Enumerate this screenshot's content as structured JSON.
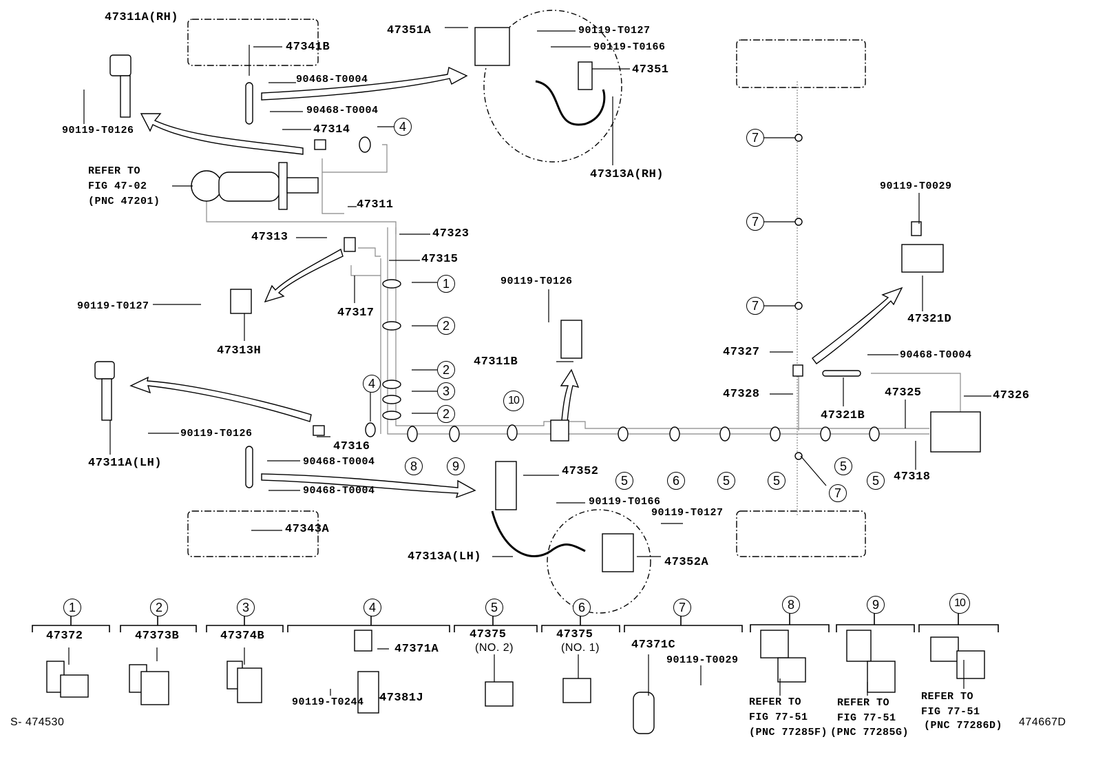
{
  "callouts": {
    "p47311A_RH": "47311A(RH)",
    "p47341B": "47341B",
    "p90468_a": "90468-T0004",
    "p90468_b": "90468-T0004",
    "p47314": "47314",
    "p90119_T0126_a": "90119-T0126",
    "refer_master": [
      "REFER TO",
      "FIG 47-02",
      "(PNC 47201)"
    ],
    "p47311": "47311",
    "p47323": "47323",
    "p47313": "47313",
    "p47315": "47315",
    "p90119_T0127_a": "90119-T0127",
    "p47317": "47317",
    "p47313H": "47313H",
    "p47351A": "47351A",
    "p90119_T0127_b": "90119-T0127",
    "p90119_T0166_a": "90119-T0166",
    "p47351": "47351",
    "p47313A_RH": "47313A(RH)",
    "p90119_T0126_b": "90119-T0126",
    "p47311B": "47311B",
    "p90119_T0029_a": "90119-T0029",
    "p47321D": "47321D",
    "p90468_c": "90468-T0004",
    "p47327": "47327",
    "p47328": "47328",
    "p47321B": "47321B",
    "p47325": "47325",
    "p47326": "47326",
    "p47318": "47318",
    "p90119_T0126_c": "90119-T0126",
    "p47316": "47316",
    "p47311A_LH": "47311A(LH)",
    "p90468_d": "90468-T0004",
    "p90468_e": "90468-T0004",
    "p47352": "47352",
    "p90119_T0166_b": "90119-T0166",
    "p90119_T0127_c": "90119-T0127",
    "p47343A": "47343A",
    "p47313A_LH": "47313A(LH)",
    "p47352A": "47352A"
  },
  "clamp_refs": [
    "4",
    "7",
    "7",
    "7",
    "1",
    "2",
    "2",
    "3",
    "2",
    "4",
    "10",
    "8",
    "9",
    "5",
    "6",
    "5",
    "5",
    "5",
    "7",
    "5"
  ],
  "groups": [
    {
      "num": "1",
      "parts": [
        "47372"
      ]
    },
    {
      "num": "2",
      "parts": [
        "47373B"
      ]
    },
    {
      "num": "3",
      "parts": [
        "47374B"
      ]
    },
    {
      "num": "4",
      "parts": [
        "47371A",
        "47381J",
        "90119-T0244"
      ]
    },
    {
      "num": "5",
      "parts": [
        "47375"
      ],
      "note": "(NO. 2)"
    },
    {
      "num": "6",
      "parts": [
        "47375"
      ],
      "note": "(NO. 1)"
    },
    {
      "num": "7",
      "parts": [
        "47371C",
        "90119-T0029"
      ]
    },
    {
      "num": "8",
      "refer": [
        "REFER TO",
        "FIG 77-51",
        "(PNC 77285F)"
      ]
    },
    {
      "num": "9",
      "refer": [
        "REFER TO",
        "FIG 77-51",
        "(PNC 77285G)"
      ]
    },
    {
      "num": "10",
      "refer": [
        "REFER TO",
        "FIG 77-51",
        "(PNC 77286D)"
      ]
    }
  ],
  "footer": {
    "left_code": "S- 474530",
    "right_code": "474667D"
  }
}
